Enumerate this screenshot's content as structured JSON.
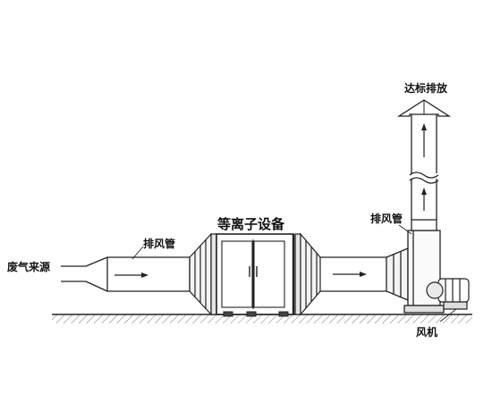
{
  "labels": {
    "source": "废气来源",
    "duct_inlet": "排风管",
    "equipment": "等离子设备",
    "duct_stack": "排风管",
    "emission": "达标排放",
    "fan": "风机"
  }
}
